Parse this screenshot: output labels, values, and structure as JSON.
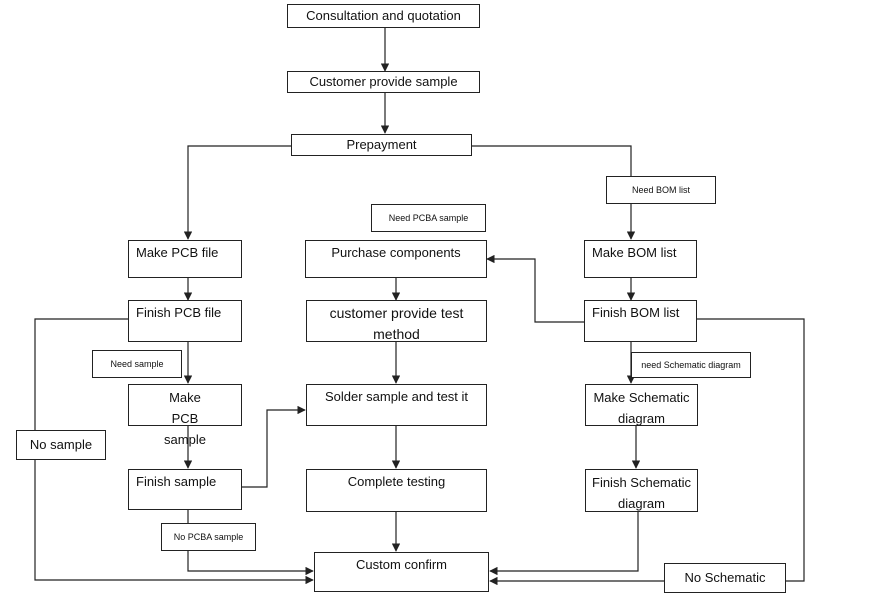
{
  "nodes": {
    "consult": "Consultation and quotation",
    "sample": "Customer provide sample",
    "prepay": "Prepayment",
    "need_bom": "Need BOM list",
    "need_pcba": "Need PCBA sample",
    "make_pcb_file": "Make PCB file",
    "purchase": "Purchase components",
    "make_bom": "Make BOM list",
    "finish_pcb_file": "Finish PCB file",
    "test_method": "customer provide test method",
    "finish_bom": "Finish BOM list",
    "need_sample": "Need sample",
    "need_schematic": "need Schematic diagram",
    "make_pcb_sample": "Make PCB sample",
    "solder": "Solder sample and test it",
    "make_schematic": "Make Schematic diagram",
    "no_sample": "No sample",
    "finish_sample": "Finish sample",
    "complete": "Complete testing",
    "finish_schematic": "Finish Schematic diagram",
    "no_pcba": "No PCBA sample",
    "confirm": "Custom confirm",
    "no_schematic": "No Schematic"
  },
  "colors": {
    "line": "#222222",
    "box_border": "#222222",
    "background": "#ffffff"
  }
}
